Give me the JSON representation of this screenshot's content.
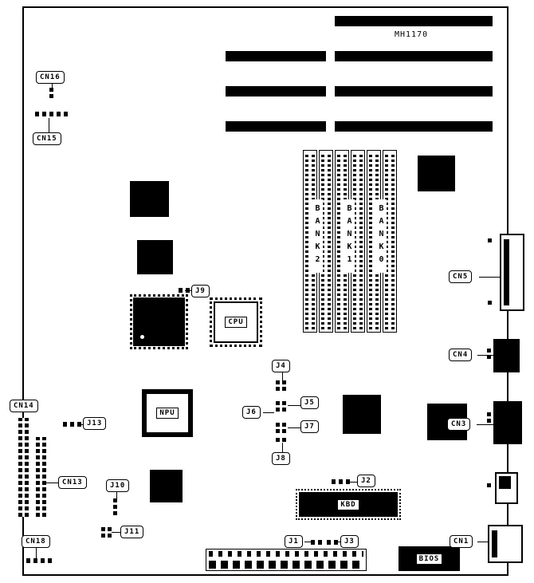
{
  "board": {
    "model": "MH1170",
    "colors": {
      "line": "#000000",
      "background": "#ffffff"
    }
  },
  "labels": {
    "cn16": "CN16",
    "cn15": "CN15",
    "j9": "J9",
    "cn5": "CN5",
    "cn4": "CN4",
    "cn3": "CN3",
    "cn14": "CN14",
    "j13": "J13",
    "cn13": "CN13",
    "j10": "J10",
    "j11": "J11",
    "cn18": "CN18",
    "j4": "J4",
    "j5": "J5",
    "j6": "J6",
    "j7": "J7",
    "j8": "J8",
    "j2": "J2",
    "j1": "J1",
    "j3": "J3",
    "cn1": "CN1"
  },
  "chips": {
    "cpu": "CPU",
    "npu": "NPU",
    "kbd": "KBD",
    "bios": "BIOS"
  },
  "memory_banks": [
    "BANK2",
    "BANK1",
    "BANK0"
  ]
}
